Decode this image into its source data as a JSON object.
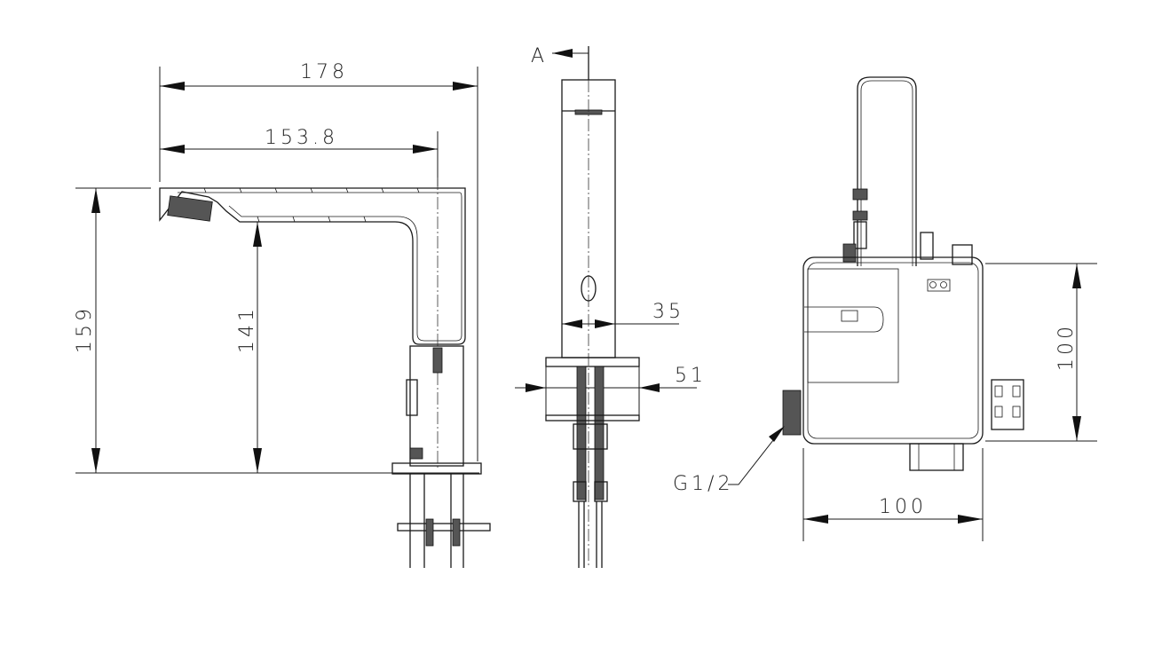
{
  "drawing": {
    "side_view": {
      "dim_overall_length": "178",
      "dim_spout_reach": "153.8",
      "dim_overall_height": "159",
      "dim_spout_height": "141"
    },
    "front_view": {
      "section_label": "A",
      "dim_body_width": "35",
      "dim_base_width": "51"
    },
    "control_box_view": {
      "dim_height": "100",
      "dim_width": "100",
      "inlet_thread_label": "G1/2"
    }
  }
}
